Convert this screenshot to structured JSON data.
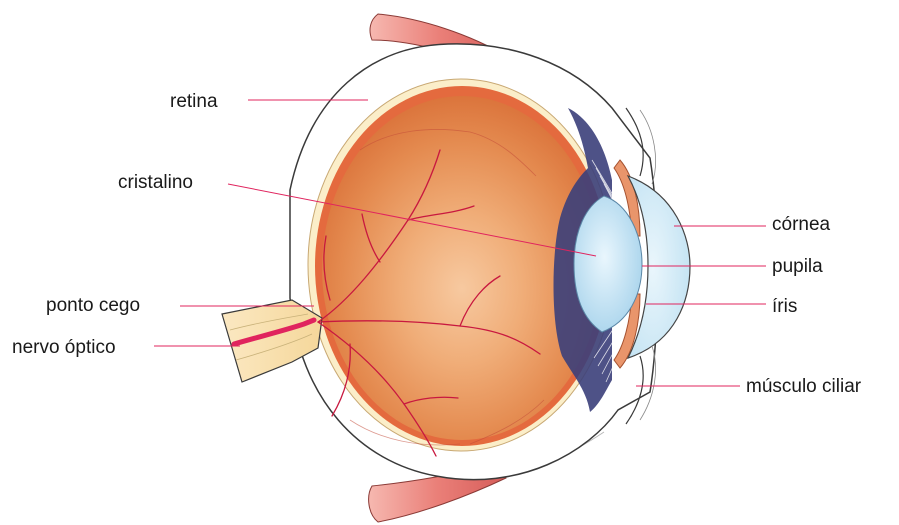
{
  "labels": {
    "retina": "retina",
    "cristalino": "cristalino",
    "ponto_cego": "ponto cego",
    "nervo_optico": "nervo óptico",
    "cornea": "córnea",
    "pupila": "pupila",
    "iris": "íris",
    "musculo_ciliar": "músculo ciliar"
  }
}
